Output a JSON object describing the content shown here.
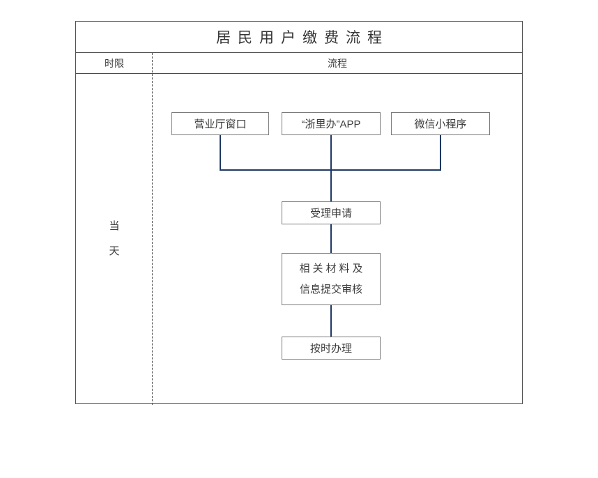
{
  "table": {
    "title": "居民用户缴费流程",
    "headers": {
      "limit": "时限",
      "flow": "流程"
    },
    "limit_value_lines": [
      "当",
      "天"
    ]
  },
  "flow": {
    "channels": [
      {
        "label": "营业厅窗口"
      },
      {
        "label": "“浙里办”APP"
      },
      {
        "label": "微信小程序"
      }
    ],
    "steps": [
      {
        "label": "受理申请"
      },
      {
        "line1": "相关材料及",
        "line2": "信息提交审核"
      },
      {
        "label": "按时办理"
      }
    ]
  },
  "colors": {
    "connector": "#1f3864",
    "table_border": "#4a4a4a",
    "node_border": "#7a7a7a",
    "text": "#3b3b3b"
  }
}
